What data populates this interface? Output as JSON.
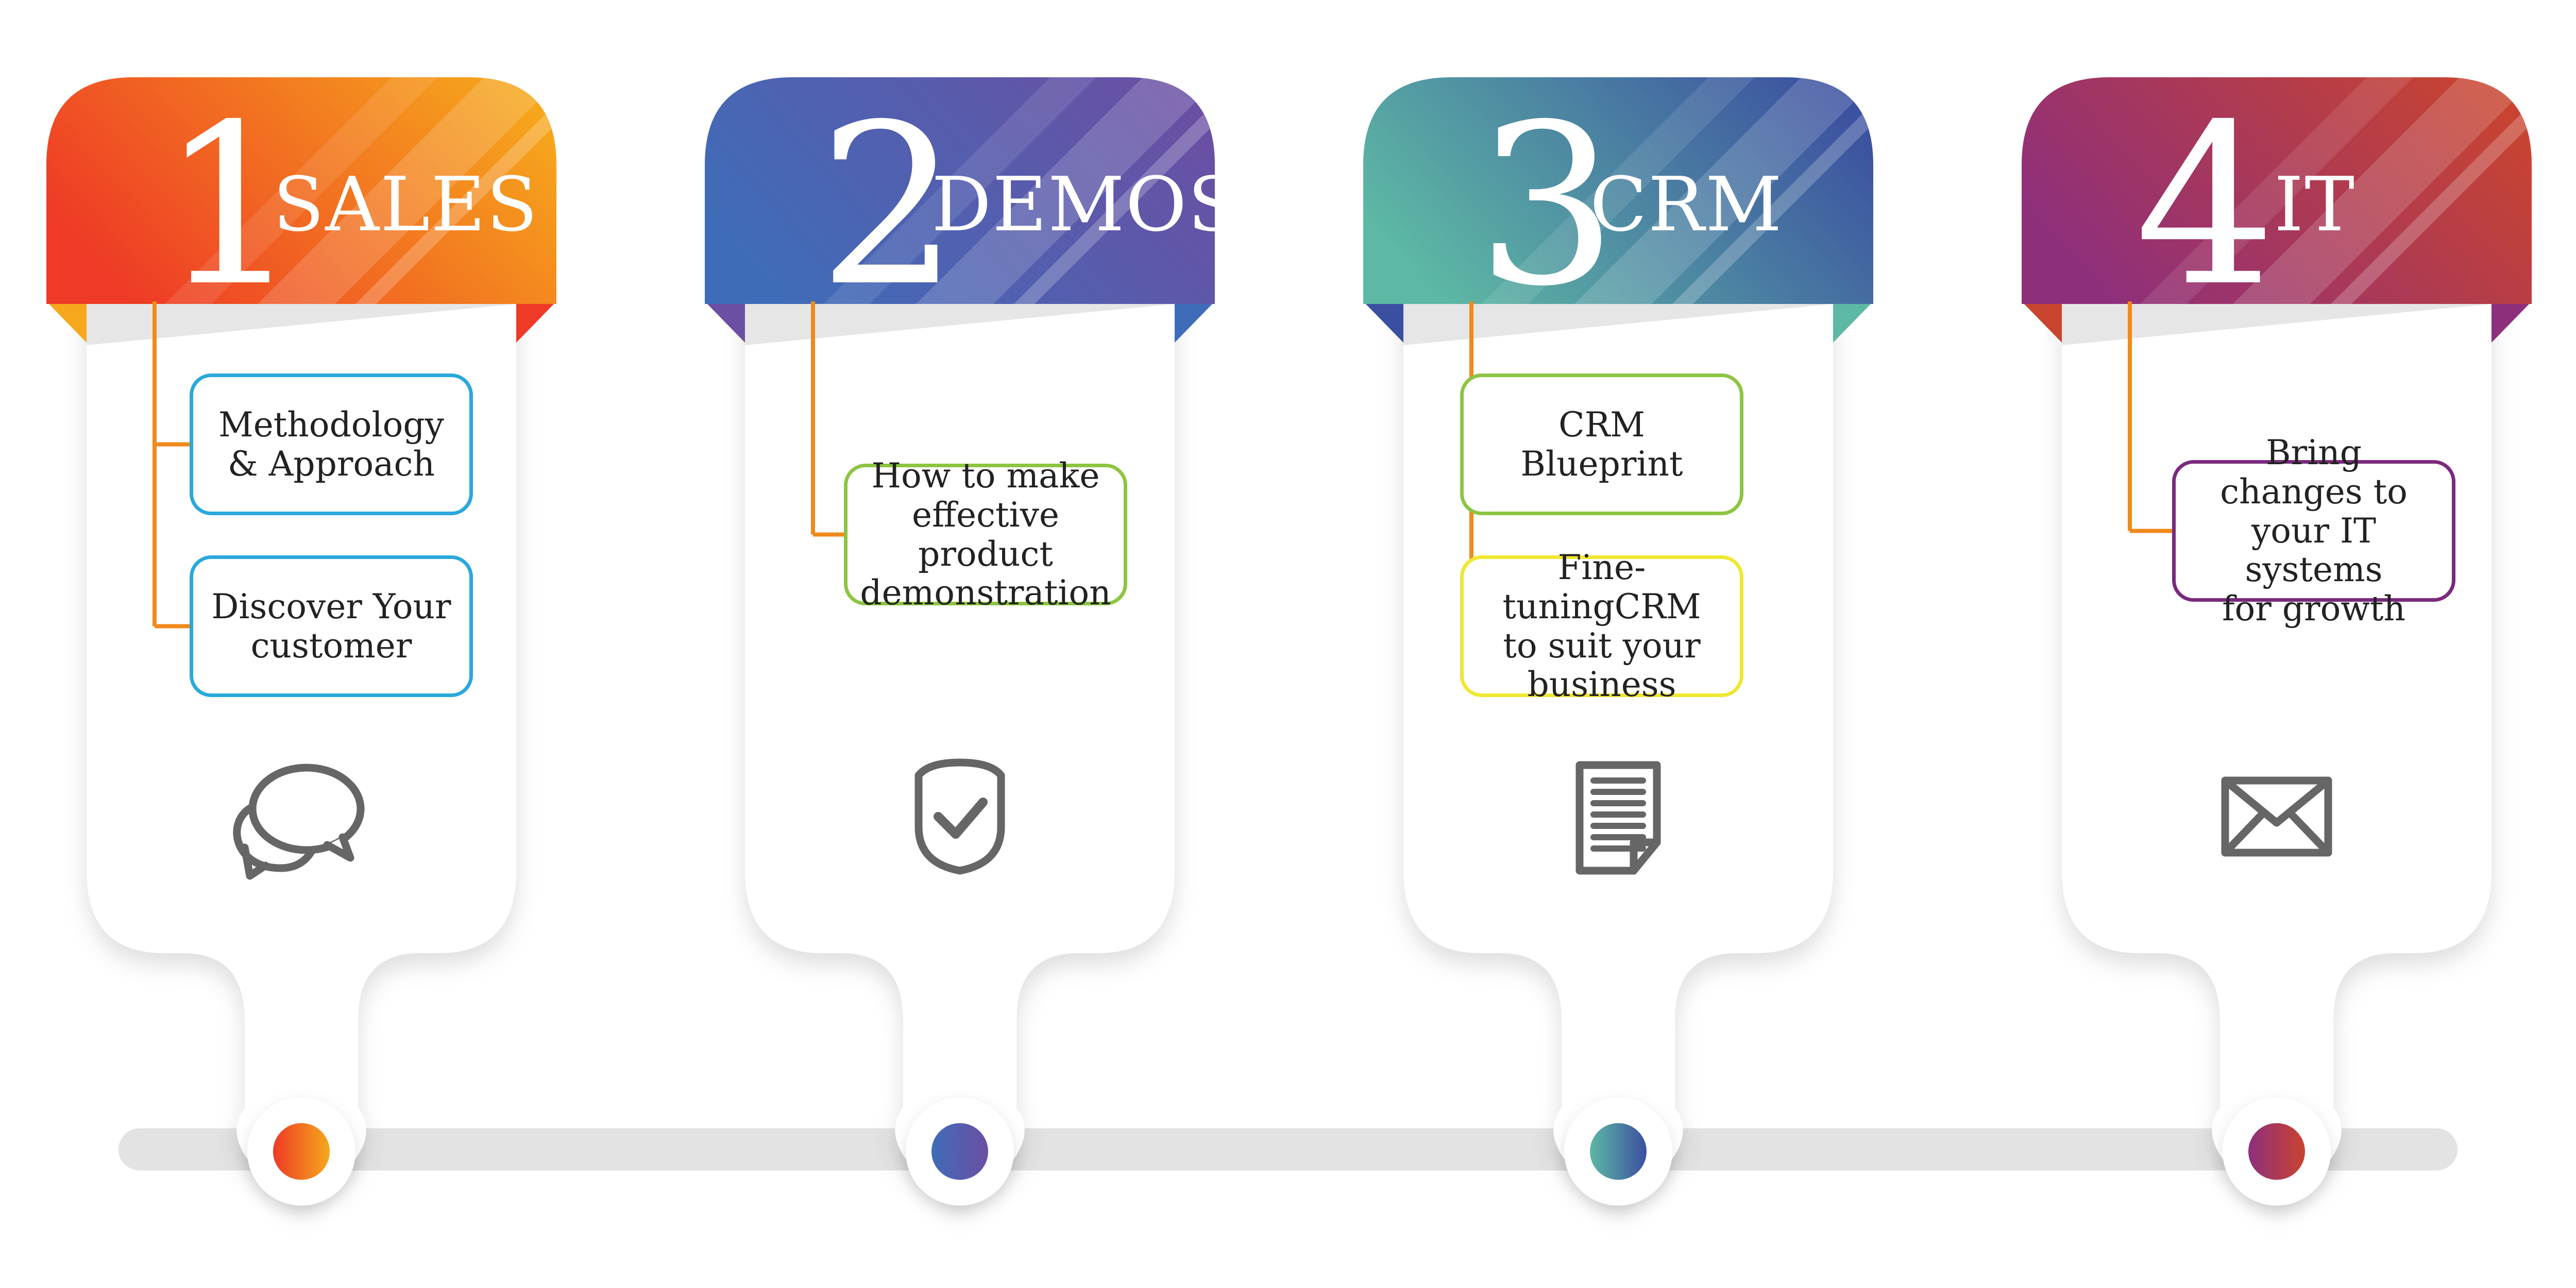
{
  "steps": [
    {
      "number": "1",
      "title": "SALES",
      "icon": "speech-bubbles-icon",
      "colors": {
        "start": "#EE3A26",
        "end": "#F6A81C",
        "dot_start": "#EE3A26",
        "dot_end": "#F6A81C"
      },
      "tasks": [
        {
          "label": "Methodology\n& Approach",
          "border": "#2AA8DC"
        },
        {
          "label": "Discover Your\ncustomer",
          "border": "#2AA8DC"
        }
      ]
    },
    {
      "number": "2",
      "title": "DEMOS",
      "icon": "shield-check-icon",
      "colors": {
        "start": "#3F6CB8",
        "end": "#6B4FA3",
        "dot_start": "#3F6CB8",
        "dot_end": "#6B4FA3"
      },
      "tasks": [
        {
          "label": "How to make\neffective product\ndemonstration",
          "border": "#8CC541"
        }
      ]
    },
    {
      "number": "3",
      "title": "CRM",
      "icon": "document-icon",
      "colors": {
        "start": "#5DB8A4",
        "end": "#3B4FA0",
        "dot_start": "#5DB8A4",
        "dot_end": "#3B4FA0"
      },
      "tasks": [
        {
          "label": "CRM Blueprint",
          "border": "#8CC541"
        },
        {
          "label": "Fine-tuningCRM\nto suit your\nbusiness",
          "border": "#F0E731"
        }
      ]
    },
    {
      "number": "4",
      "title": "IT",
      "icon": "envelope-icon",
      "colors": {
        "start": "#8E2F7C",
        "end": "#C9442F",
        "dot_start": "#8E2F7C",
        "dot_end": "#C9442F"
      },
      "tasks": [
        {
          "label": "Bring changes to\nyour IT systems\nfor growth",
          "border": "#7A2A7E"
        }
      ]
    }
  ],
  "connector_color": "#F08A1C",
  "track_color": "#E3E3E3"
}
